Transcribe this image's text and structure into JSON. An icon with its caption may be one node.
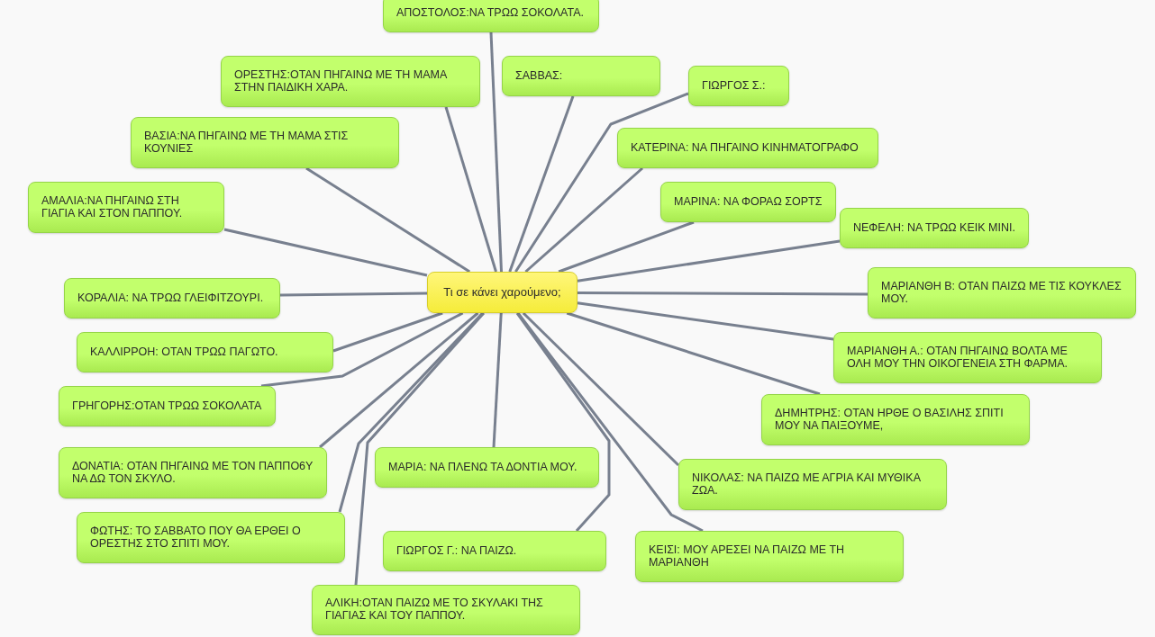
{
  "diagram": {
    "nodes": [
      {
        "text": [
          "Τι σε κάνει χαρούμενο;"
        ]
      },
      {
        "text": [
          "ΑΠΟΣΤΟΛΟΣ:ΝΑ ΤΡΩΩ ΣΟΚΟΛΑΤΑ."
        ]
      },
      {
        "text": [
          "ΟΡΕΣΤΗΣ:ΟΤΑΝ ΠΗΓΑΙΝΩ ΜΕ ΤΗ ΜΑΜΑ ΣΤΗΝ ΠΑΙΔΙΚΗ ΧΑΡΑ."
        ]
      },
      {
        "text": [
          "ΣΑΒΒΑΣ:"
        ]
      },
      {
        "text": [
          "ΓΙΩΡΓΟΣ Σ.:"
        ]
      },
      {
        "text": [
          "ΒΑΣΙΑ:ΝΑ ΠΗΓΑΙΝΩ ΜΕ ΤΗ ΜΑΜΑ ΣΤΙΣ ΚΟΥΝΙΕΣ"
        ]
      },
      {
        "text": [
          "ΚΑΤΕΡΙΝΑ: ΝΑ ΠΗΓΑΙΝΟ ΚΙΝΗΜΑΤΟΓΡΑΦΟ"
        ]
      },
      {
        "text": [
          "ΑΜΑΛΙΑ:ΝΑ ΠΗΓΑΙΝΩ ΣΤΗ ΓΙΑΓΙΑ ΚΑΙ ΣΤΟΝ ΠΑΠΠΟΥ."
        ]
      },
      {
        "text": [
          "ΜΑΡΙΝΑ: ΝΑ ΦΟΡΑΩ ΣΟΡΤΣ"
        ]
      },
      {
        "text": [
          "ΝΕΦΕΛΗ: ΝΑ ΤΡΩΩ ΚΕΙΚ ΜΙΝΙ."
        ]
      },
      {
        "text": [
          "ΚΟΡΑΛΙΑ:  ΝΑ ΤΡΩΩ ΓΛΕΙΦΙΤΖΟΥΡΙ."
        ]
      },
      {
        "text": [
          "ΜΑΡΙΑΝΘΗ Β: ΟΤΑΝ ΠΑΙΖΩ ΜΕ ΤΙΣ ΚΟΥΚΛΕΣ ΜΟΥ."
        ]
      },
      {
        "text": [
          "ΚΑΛΛΙΡΡΟΗ: ΟΤΑΝ ΤΡΩΩ ΠΑΓΩΤΟ."
        ]
      },
      {
        "text": [
          "ΜΑΡΙΑΝΘΗ Α.: ΟΤΑΝ ΠΗΓΑΙΝΩ ΒΟΛΤΑ ΜΕ ΟΛΗ ΜΟΥ ΤΗΝ ΟΙΚΟΓΕΝΕΙΑ ΣΤΗ ΦΑΡΜΑ."
        ]
      },
      {
        "text": [
          "ΓΡΗΓΟΡΗΣ:ΟΤΑΝ ΤΡΩΩ ΣΟΚΟΛΑΤΑ"
        ]
      },
      {
        "text": [
          "ΔΗΜΗΤΡΗΣ: ΟΤΑΝ ΗΡΘΕ Ο ΒΑΣΙΛΗΣ ΣΠΙΤΙ ΜΟΥ ΝΑ ΠΑΙΞΟΥΜΕ,"
        ]
      },
      {
        "text": [
          "ΔΟΝΑΤΙΑ: ΟΤΑΝ ΠΗΓΑΙΝΩ ΜΕ ΤΟΝ ΠΑΠΠΟ6Υ ΝΑ ΔΩ ΤΟΝ ΣΚΥΛΟ."
        ]
      },
      {
        "text": [
          "ΜΑΡΙΑ: ΝΑ ΠΛΕΝΩ ΤΑ ΔΟΝΤΙΑ ΜΟΥ."
        ]
      },
      {
        "text": [
          "ΝΙΚΟΛΑΣ: ΝΑ ΠΑΙΖΩ ΜΕ ΑΓΡΙΑ ΚΑΙ ΜΥΘΙΚΑ ΖΩΑ."
        ]
      },
      {
        "text": [
          "ΦΩΤΗΣ: ΤΟ ΣΑΒΒΑΤΟ ΠΟΥ ΘΑ ΕΡΘΕΙ Ο ΟΡΕΣΤΗΣ ΣΤΟ ΣΠΙΤΙ ΜΟΥ."
        ]
      },
      {
        "text": [
          "ΓΙΩΡΓΟΣ Γ.: ΝΑ ΠΑΙΖΩ."
        ]
      },
      {
        "text": [
          "ΚΕΙΣΙ: ΜΟΥ ΑΡΕΣΕΙ ΝΑ ΠΑΙΖΩ ΜΕ ΤΗ ΜΑΡΙΑΝΘΗ"
        ]
      },
      {
        "text": [
          "ΑΛΙΚΗ:ΟΤΑΝ ΠΑΙΖΩ ΜΕ ΤΟ ΣΚΥΛΑΚΙ ΤΗΣ ΓΙΑΓΙΑΣ ΚΑΙ ΤΟΥ ΠΑΠΠΟΥ."
        ]
      }
    ],
    "edges": [
      {
        "from": 0,
        "to": 1,
        "arrow": "none"
      },
      {
        "from": 0,
        "to": 2,
        "arrow": "none"
      },
      {
        "from": 0,
        "to": 3,
        "arrow": "none"
      },
      {
        "from": 0,
        "to": 4,
        "arrow": "none"
      },
      {
        "from": 0,
        "to": 5,
        "arrow": "none"
      },
      {
        "from": 0,
        "to": 6,
        "arrow": "none"
      },
      {
        "from": 0,
        "to": 7,
        "arrow": "none"
      },
      {
        "from": 0,
        "to": 8,
        "arrow": "none"
      },
      {
        "from": 0,
        "to": 9,
        "arrow": "none"
      },
      {
        "from": 0,
        "to": 10,
        "arrow": "none"
      },
      {
        "from": 0,
        "to": 11,
        "arrow": "none"
      },
      {
        "from": 0,
        "to": 12,
        "arrow": "none"
      },
      {
        "from": 0,
        "to": 13,
        "arrow": "none"
      },
      {
        "from": 0,
        "to": 14,
        "arrow": "none"
      },
      {
        "from": 0,
        "to": 15,
        "arrow": "none"
      },
      {
        "from": 0,
        "to": 16,
        "arrow": "none"
      },
      {
        "from": 0,
        "to": 17,
        "arrow": "none"
      },
      {
        "from": 0,
        "to": 18,
        "arrow": "none"
      },
      {
        "from": 0,
        "to": 19,
        "arrow": "none"
      },
      {
        "from": 0,
        "to": 20,
        "arrow": "none"
      },
      {
        "from": 0,
        "to": 21,
        "arrow": "none"
      },
      {
        "from": 0,
        "to": 22,
        "arrow": "none"
      }
    ]
  }
}
